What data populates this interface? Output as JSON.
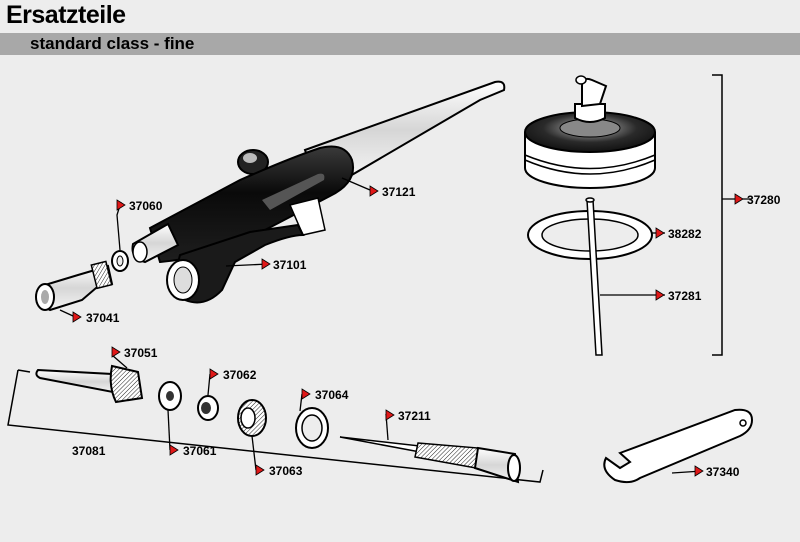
{
  "header": {
    "title": "Ersatzteile",
    "subtitle": "standard class - fine"
  },
  "colors": {
    "background": "#ededed",
    "subtitle_bar": "#a8a8a8",
    "marker": "#e01818"
  },
  "part_labels": {
    "p37060": "37060",
    "p37121": "37121",
    "p37101": "37101",
    "p37041": "37041",
    "p37280": "37280",
    "p38282": "38282",
    "p37281": "37281",
    "p37051": "37051",
    "p37062": "37062",
    "p37064": "37064",
    "p37211": "37211",
    "p37081": "37081",
    "p37061": "37061",
    "p37063": "37063",
    "p37340": "37340"
  }
}
